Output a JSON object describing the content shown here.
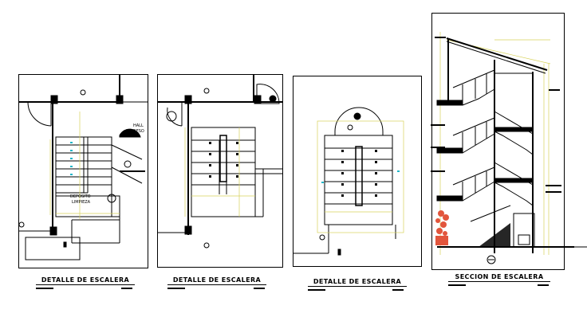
{
  "drawings": [
    {
      "id": "d1",
      "caption": "DETALLE DE ESCALERA",
      "notes": [
        "HALL",
        "INGRESO",
        "DEPOSITO",
        "LIMPIEZA"
      ]
    },
    {
      "id": "d2",
      "caption": "DETALLE DE ESCALERA",
      "notes": []
    },
    {
      "id": "d3",
      "caption": "DETALLE DE ESCALERA",
      "notes": []
    },
    {
      "id": "d4",
      "caption": "SECCION DE ESCALERA",
      "notes": []
    }
  ],
  "colors": {
    "linework": "#000000",
    "dimension": "#d7d25a",
    "cyan_marks": "#21b6c8",
    "planting": "#e2553c"
  }
}
